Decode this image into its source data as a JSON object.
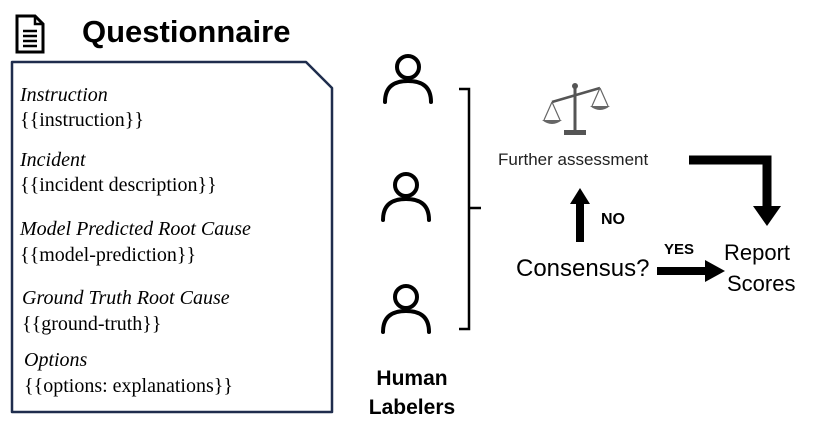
{
  "questionnaire": {
    "title": "Questionnaire",
    "icon": "document-icon",
    "fields": [
      {
        "label": "Instruction",
        "value": "{{instruction}}"
      },
      {
        "label": "Incident",
        "value": "{{incident description}}"
      },
      {
        "label": "Model Predicted Root Cause",
        "value": "{{model-prediction}}"
      },
      {
        "label": "Ground Truth Root Cause",
        "value": "{{ground-truth}}"
      },
      {
        "label": "Options",
        "value": "{{options: explanations}}"
      }
    ]
  },
  "labelers": {
    "icon": "person-icon",
    "count": 3,
    "caption_line1": "Human",
    "caption_line2": "Labelers"
  },
  "flow": {
    "scale_icon": "balance-scale-icon",
    "further_assessment": "Further assessment",
    "no_label": "NO",
    "consensus": "Consensus?",
    "yes_label": "YES",
    "report_line1": "Report",
    "report_line2": "Scores"
  }
}
